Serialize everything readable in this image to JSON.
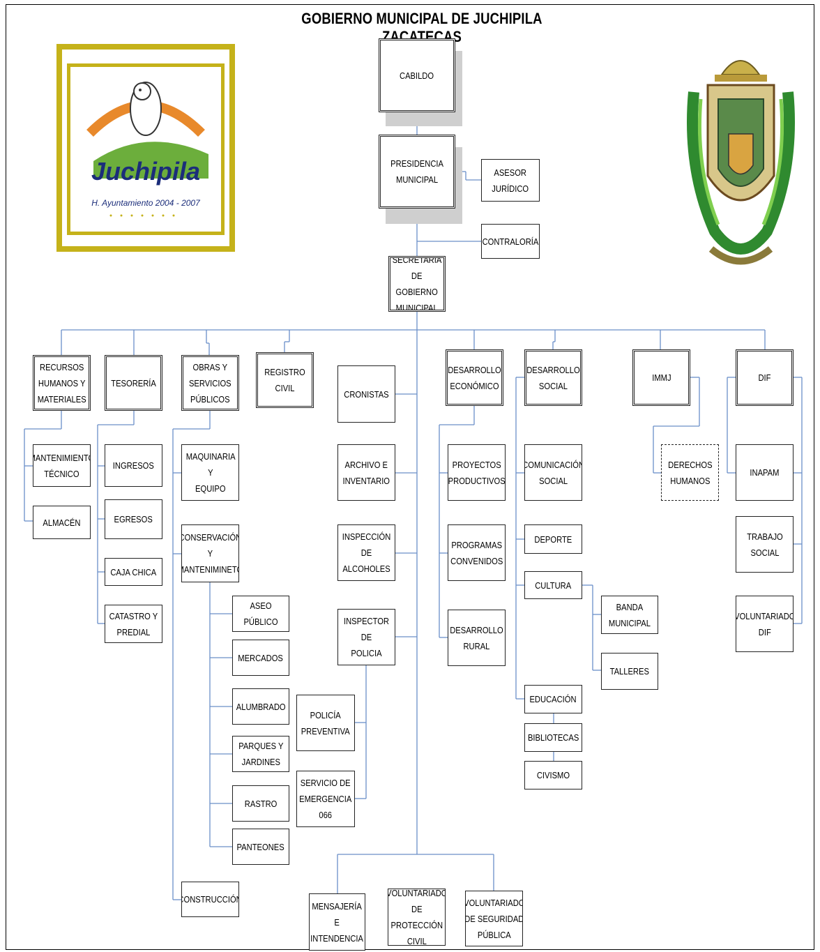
{
  "title": "GOBIERNO MUNICIPAL DE JUCHIPILA ZACATECAS",
  "logo": {
    "word": "Juchipila",
    "subtitle": "H. Ayuntamiento 2004 - 2007"
  },
  "crest": {
    "icon": "coat-of-arms-icon"
  },
  "units": {
    "cabildo": "CABILDO",
    "presidencia": "PRESIDENCIA\nMUNICIPAL",
    "asesor": "ASESOR\nJURÍDICO",
    "contraloria": "CONTRALORÍA",
    "secretaria": "SECRETARÍA DE\nGOBIERNO\nMUNICIPAL",
    "recursos": "RECURSOS\nHUMANOS Y\nMATERIALES",
    "mantenimiento": "MANTENIMIENTO\nTÉCNICO",
    "almacen": "ALMACÉN",
    "tesoreria": "TESORERÍA",
    "ingresos": "INGRESOS",
    "egresos": "EGRESOS",
    "caja": "CAJA CHICA",
    "catastro": "CATASTRO Y\nPREDIAL",
    "obras": "OBRAS Y\nSERVICIOS\nPÚBLICOS",
    "maquinaria": "MAQUINARIA Y\nEQUIPO",
    "conservacion": "CONSERVACIÓN\nY\nMANTENIMINETO",
    "aseo": "ASEO PÚBLICO",
    "mercados": "MERCADOS",
    "alumbrado": "ALUMBRADO",
    "parques": "PARQUES Y\nJARDINES",
    "rastro": "RASTRO",
    "panteones": "PANTEONES",
    "construccion": "CONSTRUCCIÓN",
    "registro": "REGISTRO CIVIL",
    "cronistas": "CRONISTAS",
    "archivo": "ARCHIVO E\nINVENTARIO",
    "inspeccion": "INSPECCIÓN DE\nALCOHOLES",
    "inspector": "INSPECTOR DE\nPOLICIA",
    "policia": "POLICÍA\nPREVENTIVA",
    "servicio": "SERVICIO DE\nEMERGENCIA\n066",
    "mensajeria": "MENSAJERÍA E\nINTENDENCIA",
    "volprot": "VOLUNTARIADO\nDE PROTECCIÓN\nCIVIL",
    "volseg": "VOLUNTARIADO\nDE SEGURIDAD\nPÚBLICA",
    "deseco": "DESARROLLO\nECONÓMICO",
    "proyectos": "PROYECTOS\nPRODUCTIVOS",
    "programas": "PROGRAMAS\nCONVENIDOS",
    "rural": "DESARROLLO\nRURAL",
    "dessoc": "DESARROLLO\nSOCIAL",
    "comunicacion": "COMUNICACIÓN\nSOCIAL",
    "deporte": "DEPORTE",
    "cultura": "CULTURA",
    "banda": "BANDA\nMUNICIPAL",
    "talleres": "TALLERES",
    "educacion": "EDUCACIÓN",
    "bibliotecas": "BIBLIOTECAS",
    "civismo": "CIVISMO",
    "immj": "IMMJ",
    "derechos": "DERECHOS\nHUMANOS",
    "dif": "DIF",
    "inapam": "INAPAM",
    "trabajo": "TRABAJO\nSOCIAL",
    "voldif": "VOLUNTARIADO\nDIF"
  }
}
